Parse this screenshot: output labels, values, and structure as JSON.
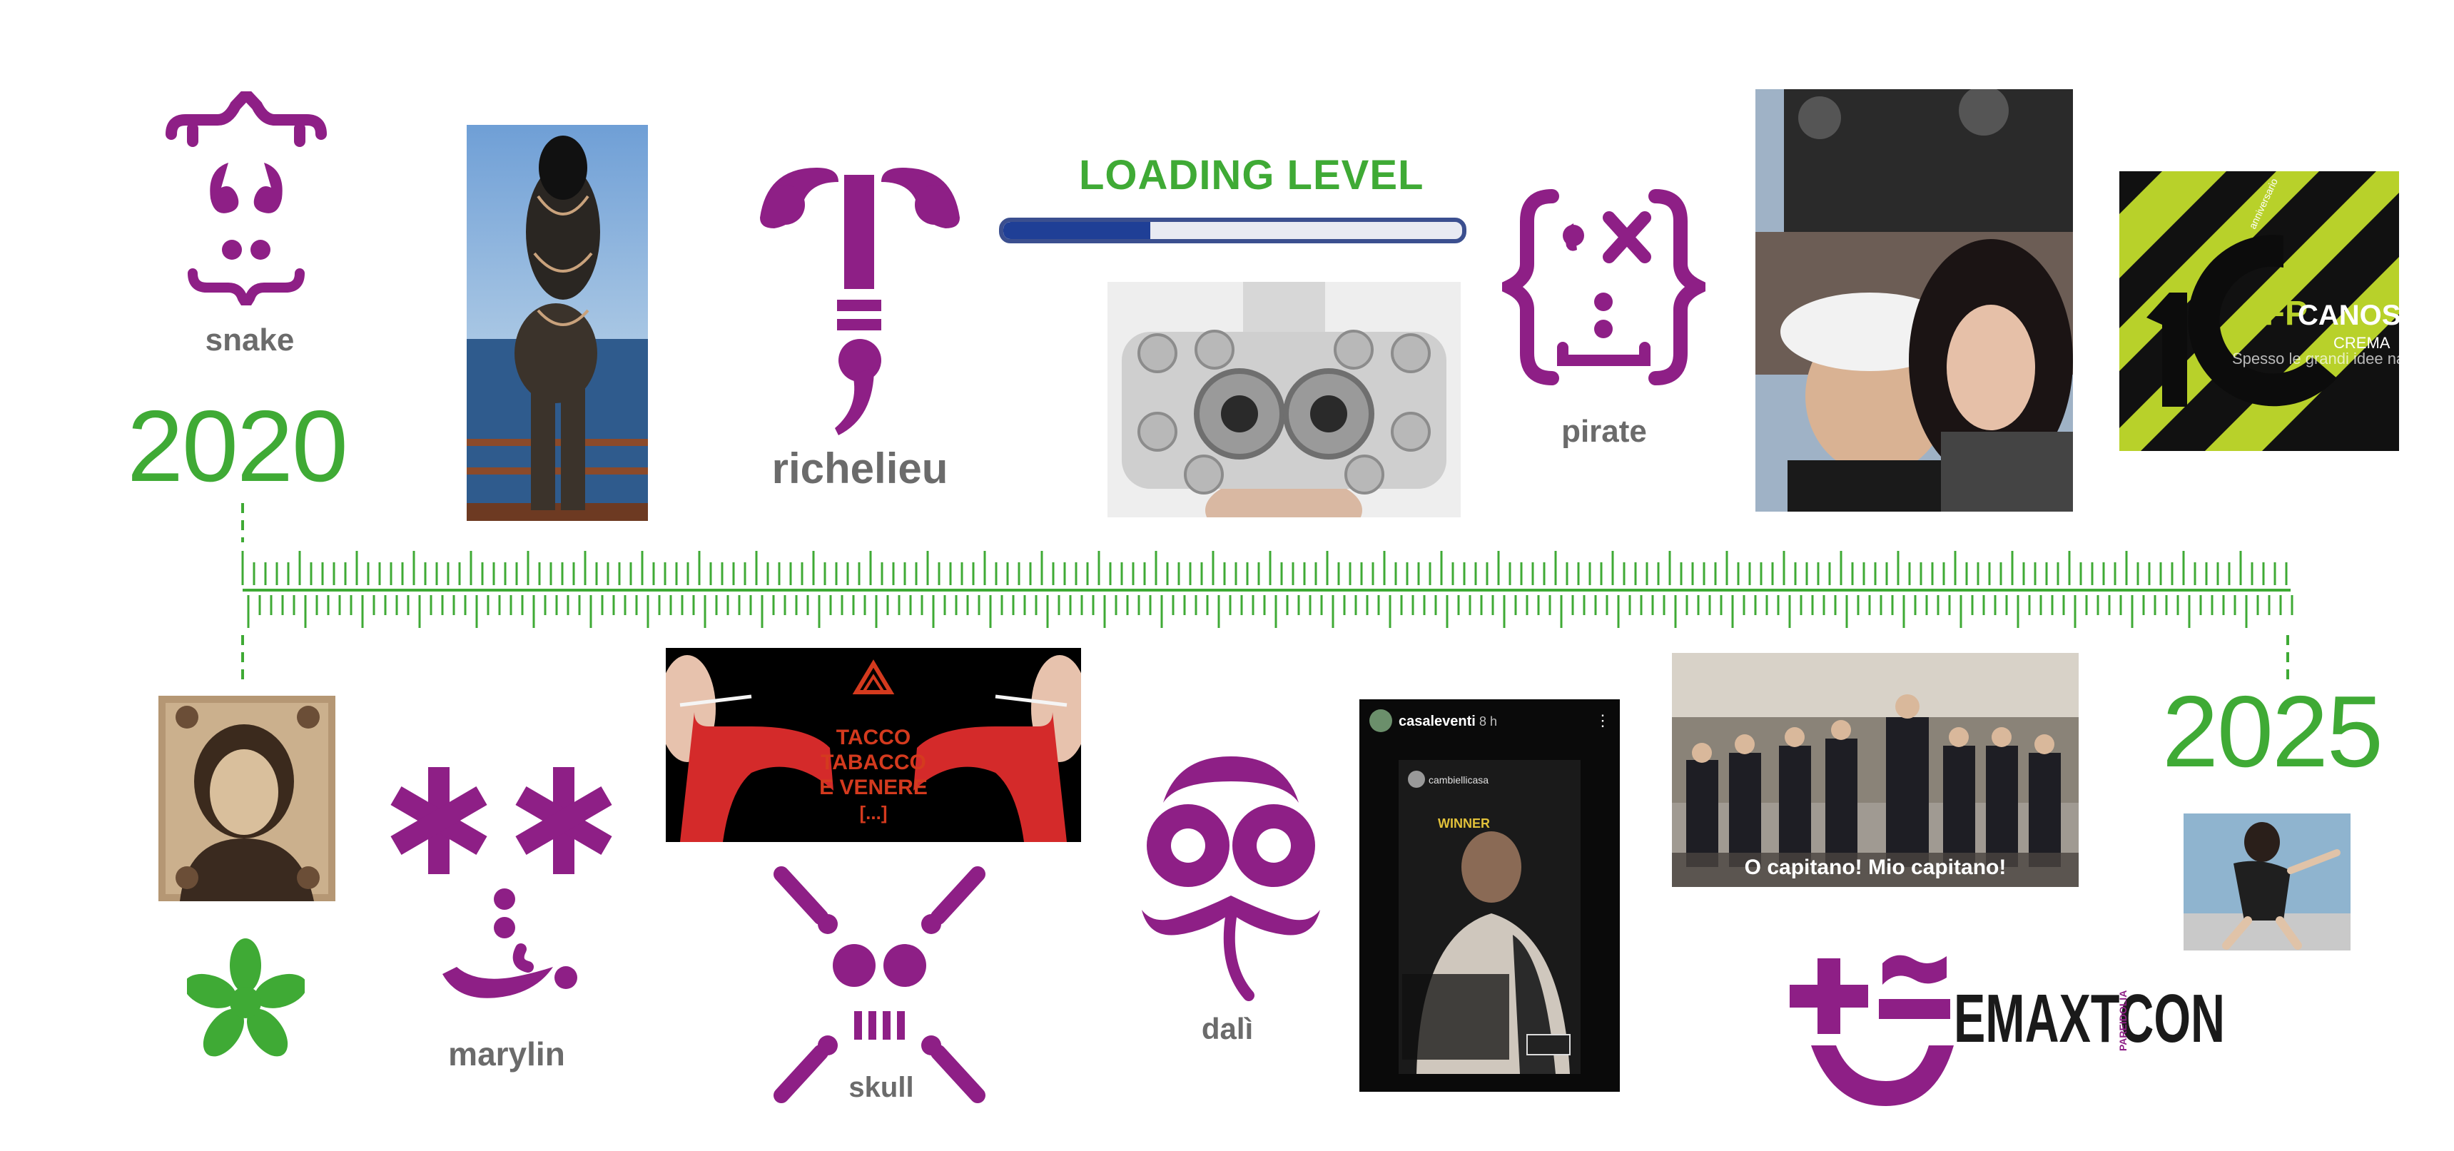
{
  "years": {
    "start": "2020",
    "end": "2025"
  },
  "loading": {
    "title": "LOADING LEVEL",
    "progress": 0.32
  },
  "labels": {
    "snake": "snake",
    "richelieu": "richelieu",
    "pirate": "pirate",
    "marylin": "marylin",
    "skull": "skull",
    "dali": "dalì"
  },
  "poster_tacco": {
    "line1": "TACCO",
    "line2": "TABACCO",
    "line3": "E VENERE",
    "line4": "[...]"
  },
  "cfp_logo": {
    "brand_a": "CFP",
    "brand_b": "CANOSSA",
    "city": "CREMA",
    "badge": "anniversario"
  },
  "film_caption": "O capitano! Mio capitano!",
  "instagram": {
    "user": "casaleventi",
    "time": "8 h",
    "tag": "cambiellicasa",
    "badge": "WINNER"
  },
  "emax_logo": {
    "name": "EMAXTCON",
    "vertical": "PAREIDOLIA"
  },
  "colors": {
    "purple": "#8e1f86",
    "green": "#3faa35",
    "gray": "#6b6b6b"
  }
}
